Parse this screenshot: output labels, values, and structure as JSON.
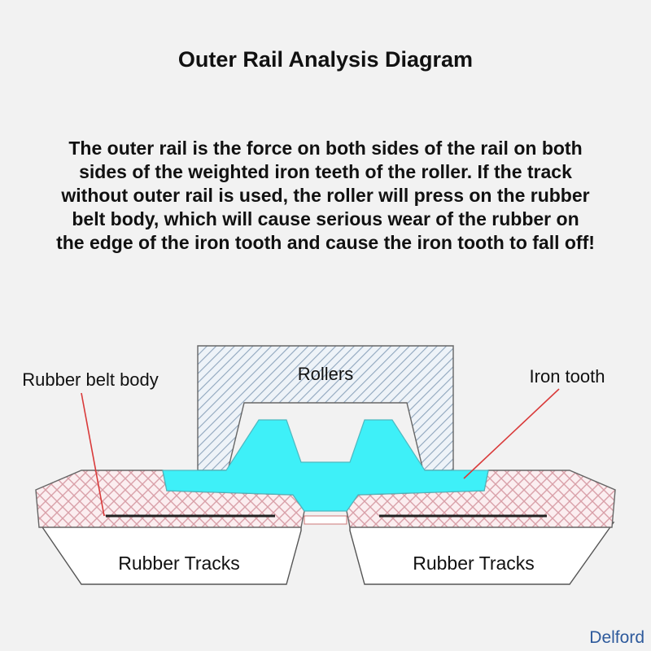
{
  "title": "Outer Rail Analysis Diagram",
  "description_lines": [
    "The outer rail is the force on both sides of the rail on both",
    "sides of the weighted iron teeth of the roller. If the track",
    "without outer rail is used, the roller will press on the rubber",
    "belt body, which will cause serious wear of the rubber on",
    "the edge of the iron tooth and cause the iron tooth to fall off!"
  ],
  "labels": {
    "rollers": "Rollers",
    "rubber_belt_body": "Rubber belt body",
    "iron_tooth": "Iron tooth",
    "rubber_tracks_left": "Rubber Tracks",
    "rubber_tracks_right": "Rubber Tracks"
  },
  "brand": "Delford",
  "colors": {
    "iron_tooth_fill": "#3ef0f8",
    "crosshatch_line": "#d9a0a8",
    "roller_hatch": "#8fa6bd",
    "callout_line": "#d93a3a",
    "brand_text": "#2e5a9c"
  }
}
